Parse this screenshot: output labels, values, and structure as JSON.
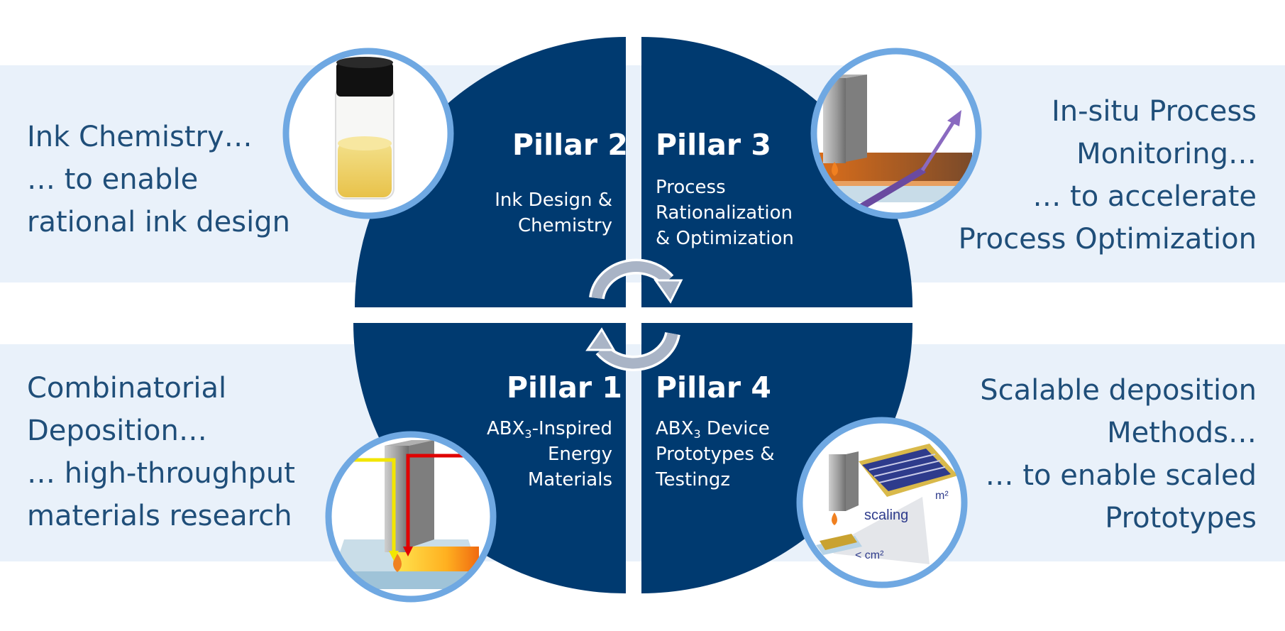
{
  "left_top": {
    "lines": [
      "Ink Chemistry…",
      "… to enable",
      "rational ink design"
    ]
  },
  "right_top": {
    "lines": [
      "In-situ Process",
      "Monitoring…",
      "… to accelerate",
      "Process Optimization"
    ]
  },
  "left_bottom": {
    "lines": [
      "Combinatorial",
      "Deposition…",
      "… high-throughput",
      "materials research"
    ]
  },
  "right_bottom": {
    "lines": [
      "Scalable deposition",
      "Methods…",
      "… to enable scaled",
      "Prototypes"
    ]
  },
  "pillars": {
    "p2": {
      "title": "Pillar 2",
      "lines": [
        "Ink Design &",
        "Chemistry"
      ]
    },
    "p3": {
      "title": "Pillar 3",
      "lines": [
        "Process",
        "Rationalization",
        "& Optimization"
      ]
    },
    "p1": {
      "title": "Pillar 1",
      "line1_pre": "ABX",
      "line1_sub": "3",
      "line1_post": "-Inspired",
      "lines": [
        "Energy",
        "Materials"
      ]
    },
    "p4": {
      "title": "Pillar 4",
      "line1_pre": "ABX",
      "line1_sub": "3",
      "line1_post": " Device",
      "lines": [
        "Prototypes &",
        "Testingz"
      ]
    }
  },
  "scaling_image": {
    "label": "scaling",
    "large_unit": "m²",
    "small_unit": "< cm²"
  },
  "colors": {
    "band": "#e9f1fa",
    "text": "#1f4e79",
    "disc": "#003a70",
    "ring": "#6fa8e2",
    "arrow": "#a9b4c6"
  }
}
